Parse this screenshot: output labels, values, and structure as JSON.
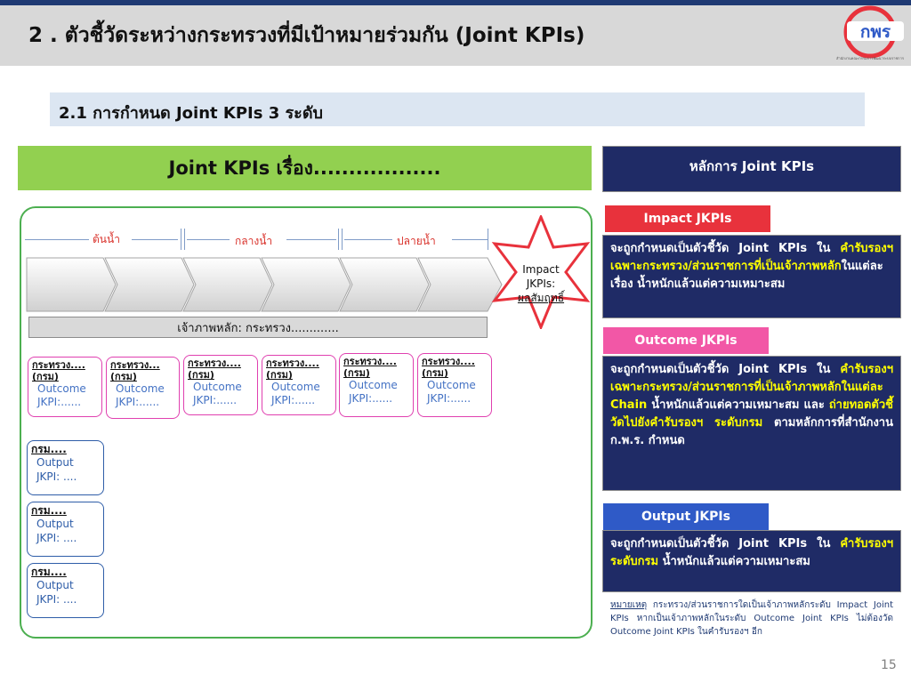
{
  "header": {
    "title": "2 . ตัวชี้วัดระหว่างกระทรวงที่มีเป้าหมายร่วมกัน (Joint KPIs)",
    "logo_text": "กพร",
    "logo_subtitle": "สำนักงานคณะกรรมการพัฒนาระบบราชการ"
  },
  "subheader": {
    "title": "2.1 การกำหนด Joint KPIs 3 ระดับ"
  },
  "joint_kpi_title": "Joint KPIs เรื่อง..................",
  "flow": {
    "zones": [
      "ต้นน้ำ",
      "กลางน้ำ",
      "ปลายน้ำ"
    ],
    "owner_bar": "เจ้าภาพหลัก: กระทรวง.............",
    "impact_line1": "Impact",
    "impact_line2": "JKPIs:",
    "impact_line3": "ผลสัมฤทธิ์"
  },
  "ministries": [
    {
      "title1": "กระทรวง....",
      "title2": "(กรม)",
      "kpi1": "Outcome",
      "kpi2": "JKPI:......"
    },
    {
      "title1": "กระทรวง...",
      "title2": "(กรม)",
      "kpi1": "Outcome",
      "kpi2": "JKPI:......"
    },
    {
      "title1": "กระทรวง....",
      "title2": "(กรม)",
      "kpi1": "Outcome",
      "kpi2": "JKPI:......"
    },
    {
      "title1": "กระทรวง....",
      "title2": "(กรม)",
      "kpi1": "Outcome",
      "kpi2": "JKPI:......"
    },
    {
      "title1": "กระทรวง....",
      "title2": "(กรม)",
      "kpi1": "Outcome",
      "kpi2": "JKPI:......"
    },
    {
      "title1": "กระทรวง....",
      "title2": "(กรม)",
      "kpi1": "Outcome",
      "kpi2": "JKPI:......"
    }
  ],
  "departments": [
    {
      "title": "กรม....",
      "kpi1": "Output",
      "kpi2": "JKPI: ...."
    },
    {
      "title": "กรม....",
      "kpi1": "Output",
      "kpi2": "JKPI: ...."
    },
    {
      "title": "กรม....",
      "kpi1": "Output",
      "kpi2": "JKPI: ...."
    }
  ],
  "principles": {
    "title": "หลักการ Joint KPIs",
    "impact": {
      "tag": "Impact JKPIs",
      "p1": "จะถูกกำหนดเป็นตัวชี้วัด Joint  KPIs ใน ",
      "h1": "คำรับรองฯ เฉพาะกระทรวง/ส่วนราชการที่เป็นเจ้าภาพหลัก",
      "p2": "ในแต่ละเรื่อง น้ำหนักแล้วแต่ความเหมาะสม"
    },
    "outcome": {
      "tag": "Outcome JKPIs",
      "p1": "จะถูกกำหนดเป็นตัวชี้วัด  Joint  KPIs ใน ",
      "h1": "คำรับรองฯ เฉพาะกระทรวง/ส่วนราชการที่เป็นเจ้าภาพหลักในแต่ละ Chain",
      "p2": " น้ำหนักแล้วแต่ความเหมาะสม และ ",
      "h2": "ถ่ายทอดตัวชี้วัดไปยังคำรับรองฯ ระดับกรม",
      "p3": " ตามหลักการที่สำนักงาน ก.พ.ร. กำหนด"
    },
    "output": {
      "tag": "Output  JKPIs",
      "p1": "จะถูกกำหนดเป็นตัวชี้วัด  Joint  KPIs ใน ",
      "h1": "คำรับรองฯ ระดับกรม",
      "p2": " น้ำหนักแล้วแต่ความเหมาะสม"
    }
  },
  "note": {
    "label": "หมายเหตุ",
    "text": " กระทรวง/ส่วนราชการใดเป็นเจ้าภาพหลักระดับ Impact Joint KPIs หากเป็นเจ้าภาพหลักในระดับ Outcome Joint KPIs ไม่ต้องวัด Outcome Joint KPIs ในคำรับรองฯ อีก"
  },
  "page_number": "15",
  "colors": {
    "navy": "#1f2b66",
    "green": "#92d050",
    "red_tag": "#e8323c",
    "pink_tag": "#f257a6",
    "blue_tag": "#2f5ac7",
    "highlight": "#ffff00"
  }
}
